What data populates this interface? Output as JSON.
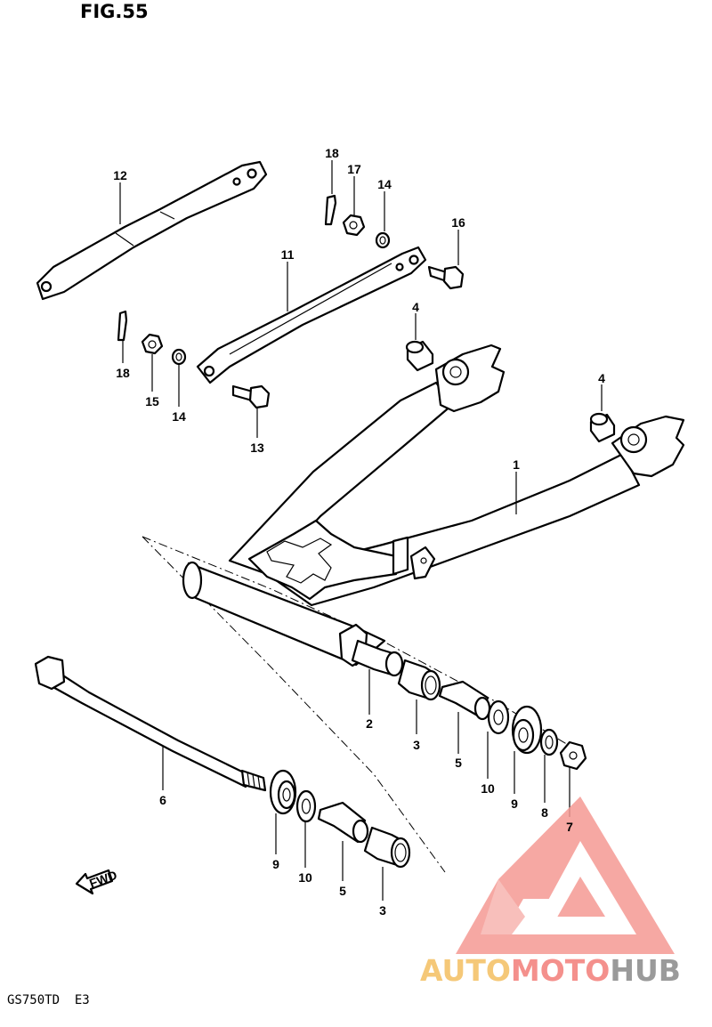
{
  "figure": {
    "title": "FIG.55",
    "model_code": "GS750TD  E3"
  },
  "callouts": [
    "1",
    "2",
    "3",
    "3",
    "4",
    "4",
    "5",
    "5",
    "6",
    "7",
    "8",
    "9",
    "9",
    "10",
    "10",
    "11",
    "12",
    "13",
    "14",
    "14",
    "15",
    "16",
    "17",
    "18",
    "18"
  ],
  "fwd_label": "FWD",
  "watermark": {
    "parts": [
      "AUTO",
      "MOTO",
      "HUB"
    ],
    "colors": {
      "auto": "#f5c878",
      "moto": "#f4908c",
      "hub": "#9a9a9a",
      "logo": "#f59a94"
    }
  }
}
